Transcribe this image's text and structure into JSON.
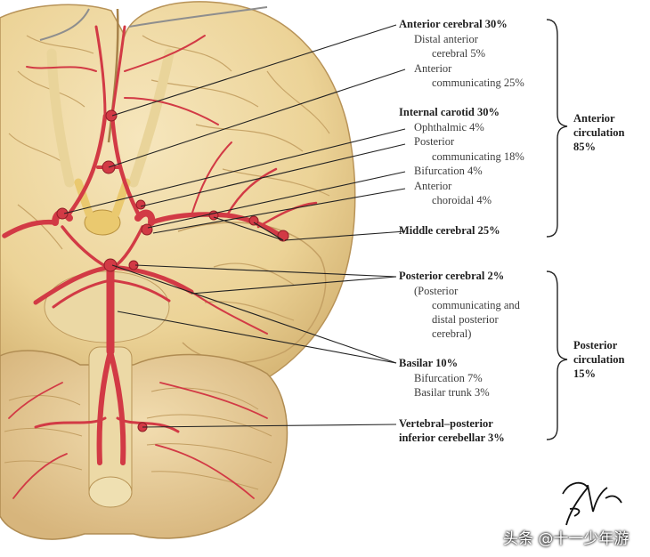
{
  "labels": {
    "anterior_cerebral": "Anterior cerebral 30%",
    "distal_anterior_1": "Distal anterior",
    "distal_anterior_2": "cerebral 5%",
    "anterior_comm_1": "Anterior",
    "anterior_comm_2": "communicating 25%",
    "internal_carotid": "Internal carotid 30%",
    "ophthalmic": "Ophthalmic 4%",
    "posterior_comm_1": "Posterior",
    "posterior_comm_2": "communicating 18%",
    "bifurcation_ic": "Bifurcation 4%",
    "anterior_choroidal_1": "Anterior",
    "anterior_choroidal_2": "choroidal 4%",
    "middle_cerebral": "Middle cerebral 25%",
    "posterior_cerebral": "Posterior cerebral 2%",
    "pc_note_1": "(Posterior",
    "pc_note_2": "communicating and",
    "pc_note_3": "distal posterior",
    "pc_note_4": "cerebral)",
    "basilar": "Basilar 10%",
    "basilar_bifurcation": "Bifurcation 7%",
    "basilar_trunk": "Basilar trunk 3%",
    "vertebral_1": "Vertebral–posterior",
    "vertebral_2": "inferior cerebellar 3%"
  },
  "groups": {
    "anterior_1": "Anterior",
    "anterior_2": "circulation",
    "anterior_3": "85%",
    "posterior_1": "Posterior",
    "posterior_2": "circulation",
    "posterior_3": "15%"
  },
  "watermark": "头条 @十一少年游",
  "colors": {
    "brain": "#efd9a0",
    "artery": "#d23a45",
    "leader": "#222222"
  }
}
